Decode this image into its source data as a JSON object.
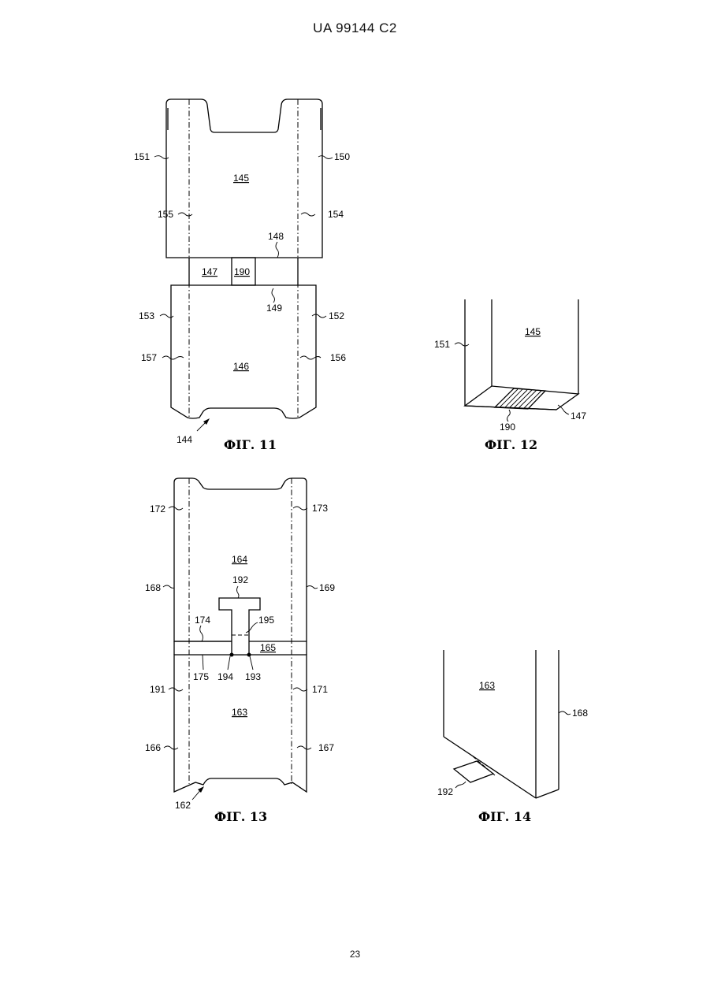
{
  "header": {
    "doc_id": "UA   99144   C2"
  },
  "footer": {
    "page_number": "23"
  },
  "figures": {
    "fig11": {
      "caption": "ФІГ. 11",
      "refs": {
        "r145": "145",
        "r146": "146",
        "r147": "147",
        "r190": "190"
      },
      "labels": {
        "l151": "151",
        "l150": "150",
        "l155": "155",
        "l154": "154",
        "l148": "148",
        "l149": "149",
        "l153": "153",
        "l152": "152",
        "l157": "157",
        "l156": "156",
        "l144": "144"
      }
    },
    "fig12": {
      "caption": "ФІГ. 12",
      "refs": {
        "r145": "145"
      },
      "labels": {
        "l151": "151",
        "l190": "190",
        "l147": "147"
      }
    },
    "fig13": {
      "caption": "ФІГ. 13",
      "refs": {
        "r164": "164",
        "r163": "163",
        "r165": "165"
      },
      "labels": {
        "l172": "172",
        "l173": "173",
        "l168": "168",
        "l169": "169",
        "l192": "192",
        "l174": "174",
        "l195": "195",
        "l175": "175",
        "l194": "194",
        "l193": "193",
        "l191": "191",
        "l171": "171",
        "l166": "166",
        "l167": "167",
        "l162": "162"
      }
    },
    "fig14": {
      "caption": "ФІГ. 14",
      "refs": {
        "r163": "163"
      },
      "labels": {
        "l168": "168",
        "l192": "192"
      }
    }
  }
}
